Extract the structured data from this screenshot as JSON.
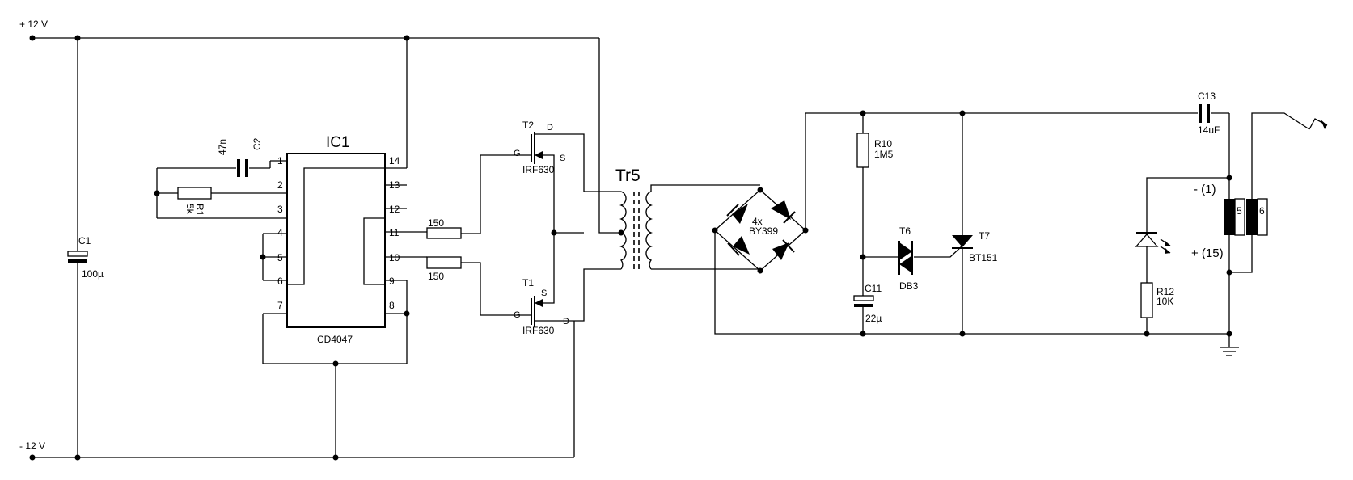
{
  "rails": {
    "positive": "+ 12 V",
    "negative": "- 12 V"
  },
  "c1": {
    "ref": "C1",
    "value": "100µ"
  },
  "c2": {
    "ref": "C2",
    "value": "47n"
  },
  "r1": {
    "ref": "R1",
    "value": "5k"
  },
  "ic1": {
    "ref": "IC1",
    "part": "CD4047",
    "pins": {
      "p1": "1",
      "p2": "2",
      "p3": "3",
      "p4": "4",
      "p5": "5",
      "p6": "6",
      "p7": "7",
      "p8": "8",
      "p9": "9",
      "p10": "10",
      "p11": "11",
      "p12": "12",
      "p13": "13",
      "p14": "14"
    }
  },
  "gate_resistors": {
    "upper": "150",
    "lower": "150"
  },
  "t2": {
    "ref": "T2",
    "part": "IRF630",
    "gate": "G",
    "drain": "D",
    "source": "S"
  },
  "t1": {
    "ref": "T1",
    "part": "IRF630",
    "gate": "G",
    "drain": "D",
    "source": "S"
  },
  "tr5": {
    "ref": "Tr5"
  },
  "bridge": {
    "count": "4x",
    "part": "BY399"
  },
  "r10": {
    "ref": "R10",
    "value": "1M5"
  },
  "c11": {
    "ref": "C11",
    "value": "22µ"
  },
  "t6": {
    "ref": "T6",
    "part": "DB3"
  },
  "t7": {
    "ref": "T7",
    "part": "BT151"
  },
  "c13": {
    "ref": "C13",
    "value": "14uF"
  },
  "r12": {
    "ref": "R12",
    "value": "10K"
  },
  "coil": {
    "pin_a": "5",
    "pin_b": "6",
    "minus": "- (1)",
    "plus": "+ (15)"
  }
}
